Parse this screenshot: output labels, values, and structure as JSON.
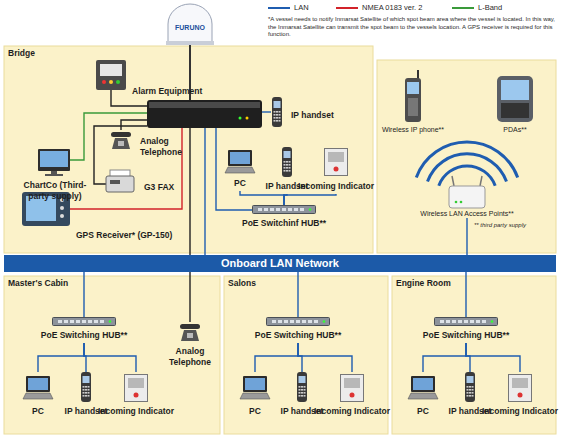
{
  "diagram": {
    "nodes": [
      {
        "text": [
          "FURUNO"
        ]
      },
      {
        "text": [
          "Bridge"
        ]
      },
      {
        "text": [
          "Alarm Equipment"
        ],
        "in": 1
      },
      {
        "text": [
          "ChartCo (Third-party supply)"
        ],
        "in": 1
      },
      {
        "text": [
          "Analog Telephone"
        ],
        "in": 1
      },
      {
        "text": [
          "G3 FAX"
        ],
        "in": 1
      },
      {
        "text": [
          "GPS Receiver* (GP-150)"
        ],
        "in": 1
      },
      {
        "text": [
          "IP handset"
        ],
        "in": 1
      },
      {
        "text": [
          "PC"
        ],
        "in": 1
      },
      {
        "text": [
          "IP handset"
        ],
        "in": 1
      },
      {
        "text": [
          "Incoming Indicator"
        ],
        "in": 1
      },
      {
        "text": [
          "PoE Switchinf HUB**"
        ],
        "in": 1
      },
      {
        "text": [
          "Wireless IP phone**"
        ]
      },
      {
        "text": [
          "PDAs**"
        ]
      },
      {
        "text": [
          "Wireless LAN Access Points**"
        ]
      },
      {
        "text": [
          "Onboard LAN Network"
        ]
      },
      {
        "text": [
          "Master's Cabin"
        ]
      },
      {
        "text": [
          "PoE Switching HUB**"
        ],
        "in": 16
      },
      {
        "text": [
          "PC"
        ],
        "in": 16
      },
      {
        "text": [
          "IP handset"
        ],
        "in": 16
      },
      {
        "text": [
          "Incoming Indicator"
        ],
        "in": 16
      },
      {
        "text": [
          "Analog Telephone"
        ],
        "in": 16
      },
      {
        "text": [
          "Salons"
        ]
      },
      {
        "text": [
          "PoE Switching HUB**"
        ],
        "in": 22
      },
      {
        "text": [
          "PC"
        ],
        "in": 22
      },
      {
        "text": [
          "IP handset"
        ],
        "in": 22
      },
      {
        "text": [
          "Incoming Indicator"
        ],
        "in": 22
      },
      {
        "text": [
          "Engine Room"
        ]
      },
      {
        "text": [
          "PoE Switching HUB**"
        ],
        "in": 27
      },
      {
        "text": [
          "PC"
        ],
        "in": 27
      },
      {
        "text": [
          "IP handset"
        ],
        "in": 27
      },
      {
        "text": [
          "Incoming Indicator"
        ],
        "in": 27
      }
    ],
    "edges": [
      {
        "from": 11,
        "to": 8,
        "arrow": "none"
      },
      {
        "from": 11,
        "to": 9,
        "arrow": "none"
      },
      {
        "from": 11,
        "to": 10,
        "arrow": "none"
      },
      {
        "from": 15,
        "to": 14,
        "arrow": "none"
      },
      {
        "from": 15,
        "to": 17,
        "arrow": "none"
      },
      {
        "from": 15,
        "to": 23,
        "arrow": "none"
      },
      {
        "from": 15,
        "to": 28,
        "arrow": "none"
      },
      {
        "from": 17,
        "to": 18,
        "arrow": "none"
      },
      {
        "from": 17,
        "to": 19,
        "arrow": "none"
      },
      {
        "from": 17,
        "to": 20,
        "arrow": "none"
      },
      {
        "from": 23,
        "to": 24,
        "arrow": "none"
      },
      {
        "from": 23,
        "to": 25,
        "arrow": "none"
      },
      {
        "from": 23,
        "to": 26,
        "arrow": "none"
      },
      {
        "from": 28,
        "to": 29,
        "arrow": "none"
      },
      {
        "from": 28,
        "to": 30,
        "arrow": "none"
      },
      {
        "from": 28,
        "to": 31,
        "arrow": "none"
      }
    ],
    "labels": [
      "*A vessel needs to notify Inmarsat Satellite of which spot beam area where the vessel is located. In this way, the Inmarsat Satellite can transmit the spot beam to the vessels location. A GPS receiver is required for this function.",
      "** third party supply"
    ],
    "legend": [
      {
        "text": "LAN"
      },
      {
        "text": "NMEA 0183 ver. 2"
      },
      {
        "text": "L-Band"
      }
    ]
  }
}
